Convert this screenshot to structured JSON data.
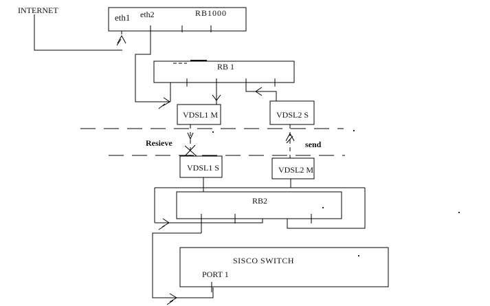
{
  "diagram": {
    "background": "#ffffff",
    "line_color": "#000000",
    "flow_label_color": "#2222AA",
    "internet": {
      "label": "INTERNET"
    },
    "rb1000": {
      "label": "RB1000",
      "eth1_label": "eth1",
      "eth2_label": "eth2"
    },
    "rb1": {
      "label": "RB 1"
    },
    "vdsl1_master": {
      "label": "VDSL1 M"
    },
    "vdsl2_slave": {
      "label": "VDSL2  S"
    },
    "vdsl1_slave": {
      "label": "VDSL1 S"
    },
    "vdsl2_master": {
      "label": "VDSL2 M"
    },
    "rb2": {
      "label": "RB2"
    },
    "cisco_switch": {
      "label": "SISCO SWITCH",
      "port1_label": "PORT 1"
    },
    "flow": {
      "receive_label": "Resieve",
      "send_label": "send"
    }
  }
}
